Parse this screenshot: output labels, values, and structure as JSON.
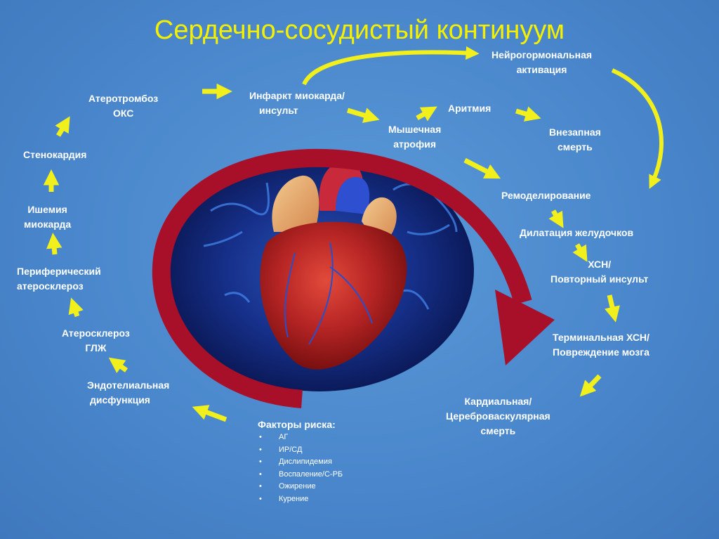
{
  "title": "Сердечно-сосудистый континуум",
  "nodes": {
    "neurohormonal": [
      "Нейрогормональная",
      "активация"
    ],
    "atherothrombosis": [
      "Атеротромбоз",
      "ОКС"
    ],
    "infarction": [
      "Инфаркт миокарда/",
      "инсульт"
    ],
    "arrhythmia": [
      "Аритмия"
    ],
    "muscle_atrophy": [
      "Мышечная",
      "атрофия"
    ],
    "sudden_death": [
      "Внезапная",
      "смерть"
    ],
    "angina": [
      "Стенокардия"
    ],
    "ischemia": [
      "Ишемия",
      "миокарда"
    ],
    "remodeling": [
      "Ремоделирование"
    ],
    "dilatation": [
      "Дилатация желудочков"
    ],
    "peripheral": [
      "Периферический",
      "атеросклероз"
    ],
    "chf": [
      "ХСН/",
      "Повторный инсульт"
    ],
    "atherosclerosis_lvh": [
      "Атеросклероз",
      "ГЛЖ"
    ],
    "terminal": [
      "Терминальная ХСН/",
      "Повреждение мозга"
    ],
    "endothelial": [
      "Эндотелиальная",
      "дисфункция"
    ],
    "cardiac_death": [
      "Кардиальная/",
      "Цереброваскулярная",
      "смерть"
    ]
  },
  "risk_factors": {
    "title": "Факторы риска:",
    "items": [
      "АГ",
      "ИР/СД",
      "Дислипидемия",
      "Воспаление/С-РБ",
      "Ожирение",
      "Курение"
    ]
  },
  "colors": {
    "title": "#f4f000",
    "arrow": "#f2f01c",
    "big_arrow": "#a8102a",
    "label": "#ffffff",
    "background": "#4a87cc"
  }
}
